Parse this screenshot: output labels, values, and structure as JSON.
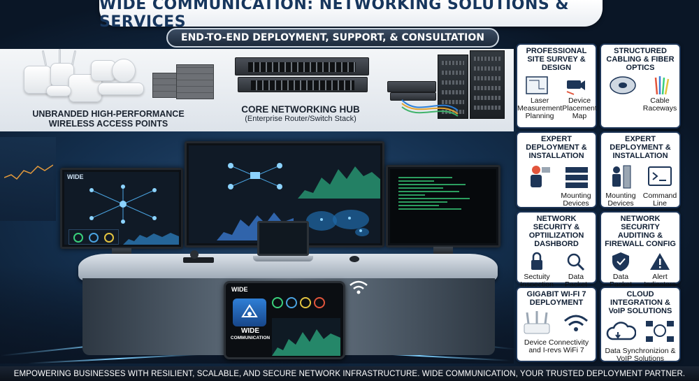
{
  "header": {
    "title": "WIDE COMMUNICATION: NETWORKING SOLUTIONS & SERVICES",
    "subtitle": "END-TO-END DEPLOYMENT, SUPPORT, & CONSULTATION"
  },
  "hardware": {
    "access_points_caption_1": "UNBRANDED HIGH-PERFORMANCE",
    "access_points_caption_2": "WIRELESS ACCESS POINTS",
    "hub_caption": "CORE NETWORKING HUB",
    "hub_subcaption": "(Enterprise Router/Switch Stack)"
  },
  "cards": [
    {
      "title": "PROFESSIONAL SITE SURVEY & DESIGN",
      "labels": [
        "Laser Measurement Planning",
        "Device Placement Map"
      ],
      "icons": [
        "blueprint-icon",
        "camera-icon"
      ]
    },
    {
      "title": "STRUCTURED CABLING & FIBER OPTICS",
      "labels": [
        "",
        "Cable Raceways"
      ],
      "icons": [
        "cable-spool-icon",
        "fiber-bundle-icon"
      ]
    },
    {
      "title": "EXPERT DEPLOYMENT & INSTALLATION",
      "labels": [
        "",
        "Mounting Devices"
      ],
      "icons": [
        "technician-icon",
        "device-panel-icon"
      ]
    },
    {
      "title": "EXPERT DEPLOYMENT & INSTALLATION",
      "labels": [
        "Mounting Devices",
        "Command Line"
      ],
      "icons": [
        "technician-rack-icon",
        "terminal-icon"
      ]
    },
    {
      "title": "NETWORK SECURITY & OPTIILIZATION DASHBORD",
      "labels": [
        "Sectuity Inspection",
        "Data Packet Inspection"
      ],
      "icons": [
        "lock-icon",
        "magnifier-icon"
      ]
    },
    {
      "title": "NETWORK SECURITY AUDITING & FIREWALL CONFIG",
      "labels": [
        "Data Packet Inspection",
        "Alert Indicators"
      ],
      "icons": [
        "shield-icon",
        "warning-icon"
      ]
    },
    {
      "title": "GIGABIT WI-FI 7 DEPLOYMENT",
      "labels": [
        "Device Connectivity and I-revs WiFi 7"
      ],
      "icons": [
        "router-icon",
        "wifi-icon"
      ]
    },
    {
      "title": "CLOUD INTEGRATION & VoIP SOLUTIONS",
      "labels": [
        "Data Synchronizion & VoIP Solutions"
      ],
      "icons": [
        "cloud-icon",
        "network-icon"
      ]
    }
  ],
  "screens": {
    "left_monitor_brand": "WIDE",
    "tablet_brand": "WIDE",
    "tablet_logo_line1": "WIDE",
    "tablet_logo_line2": "COMMUNICATION"
  },
  "footer": {
    "text": "EMPOWERING BUSINESSES WITH RESILIENT, SCALABLE, AND SECURE NETWORK INFRASTRUCTURE. WIDE COMMUNICATION, YOUR TRUSTED DEPLOYMENT PARTNER."
  },
  "colors": {
    "title_text": "#17365d",
    "card_border": "#1d3557",
    "accent_glow": "#7fd0ff",
    "terminal_green": "#3ad07b"
  }
}
